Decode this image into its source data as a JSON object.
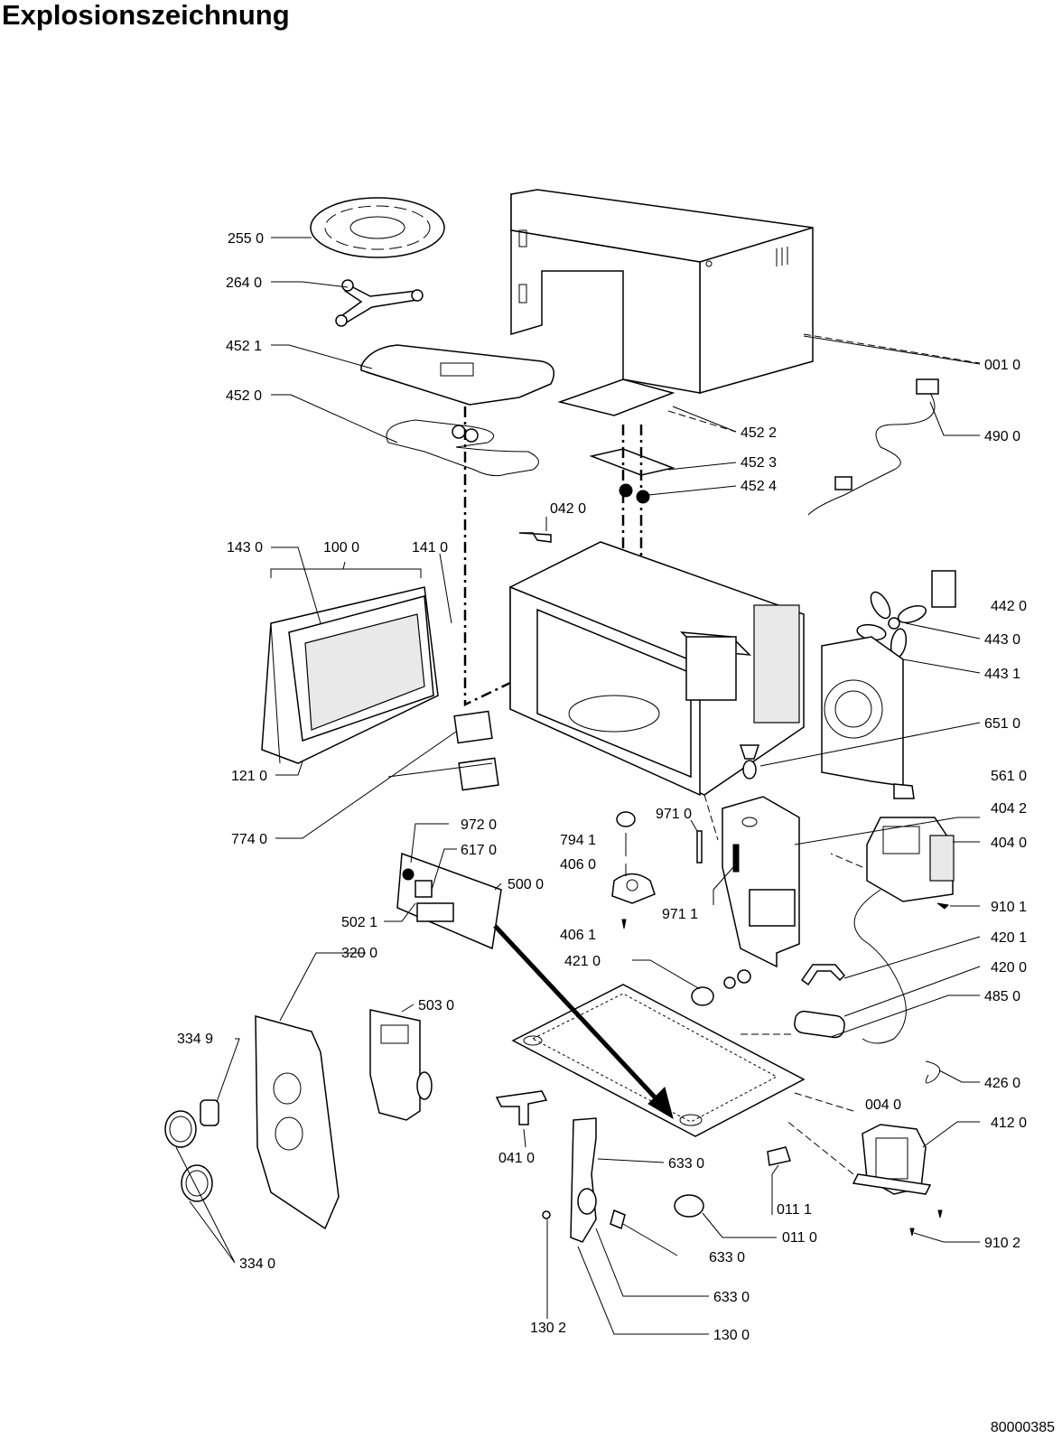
{
  "title": "Explosionszeichnung",
  "document_number": "80000385",
  "parts": [
    {
      "id": "p0010",
      "label": "001 0"
    },
    {
      "id": "p0040",
      "label": "004 0"
    },
    {
      "id": "p0110",
      "label": "011 0"
    },
    {
      "id": "p0111",
      "label": "011 1"
    },
    {
      "id": "p0410",
      "label": "041 0"
    },
    {
      "id": "p0420",
      "label": "042 0"
    },
    {
      "id": "p1000",
      "label": "100 0"
    },
    {
      "id": "p1210",
      "label": "121 0"
    },
    {
      "id": "p1300",
      "label": "130 0"
    },
    {
      "id": "p1302",
      "label": "130 2"
    },
    {
      "id": "p1410",
      "label": "141 0"
    },
    {
      "id": "p1430",
      "label": "143 0"
    },
    {
      "id": "p2550",
      "label": "255 0"
    },
    {
      "id": "p2640",
      "label": "264 0"
    },
    {
      "id": "p3200",
      "label": "320 0"
    },
    {
      "id": "p3340",
      "label": "334 0"
    },
    {
      "id": "p3349",
      "label": "334 9"
    },
    {
      "id": "p4040",
      "label": "404 0"
    },
    {
      "id": "p4042",
      "label": "404 2"
    },
    {
      "id": "p4060",
      "label": "406 0"
    },
    {
      "id": "p4061",
      "label": "406 1"
    },
    {
      "id": "p4120",
      "label": "412 0"
    },
    {
      "id": "p4200",
      "label": "420 0"
    },
    {
      "id": "p4201",
      "label": "420 1"
    },
    {
      "id": "p4210",
      "label": "421 0"
    },
    {
      "id": "p4260",
      "label": "426 0"
    },
    {
      "id": "p4420",
      "label": "442 0"
    },
    {
      "id": "p4430",
      "label": "443 0"
    },
    {
      "id": "p4431",
      "label": "443 1"
    },
    {
      "id": "p4520",
      "label": "452 0"
    },
    {
      "id": "p4521",
      "label": "452 1"
    },
    {
      "id": "p4522",
      "label": "452 2"
    },
    {
      "id": "p4523",
      "label": "452 3"
    },
    {
      "id": "p4524",
      "label": "452 4"
    },
    {
      "id": "p4850",
      "label": "485 0"
    },
    {
      "id": "p4900",
      "label": "490 0"
    },
    {
      "id": "p5000",
      "label": "500 0"
    },
    {
      "id": "p5021",
      "label": "502 1"
    },
    {
      "id": "p5030",
      "label": "503 0"
    },
    {
      "id": "p5610",
      "label": "561 0"
    },
    {
      "id": "p6170",
      "label": "617 0"
    },
    {
      "id": "p6330a",
      "label": "633 0"
    },
    {
      "id": "p6330b",
      "label": "633 0"
    },
    {
      "id": "p6330c",
      "label": "633 0"
    },
    {
      "id": "p6510",
      "label": "651 0"
    },
    {
      "id": "p7740",
      "label": "774 0"
    },
    {
      "id": "p7941",
      "label": "794 1"
    },
    {
      "id": "p9101",
      "label": "910 1"
    },
    {
      "id": "p9102",
      "label": "910 2"
    },
    {
      "id": "p9710",
      "label": "971 0"
    },
    {
      "id": "p9711",
      "label": "971 1"
    },
    {
      "id": "p9720",
      "label": "972 0"
    }
  ]
}
